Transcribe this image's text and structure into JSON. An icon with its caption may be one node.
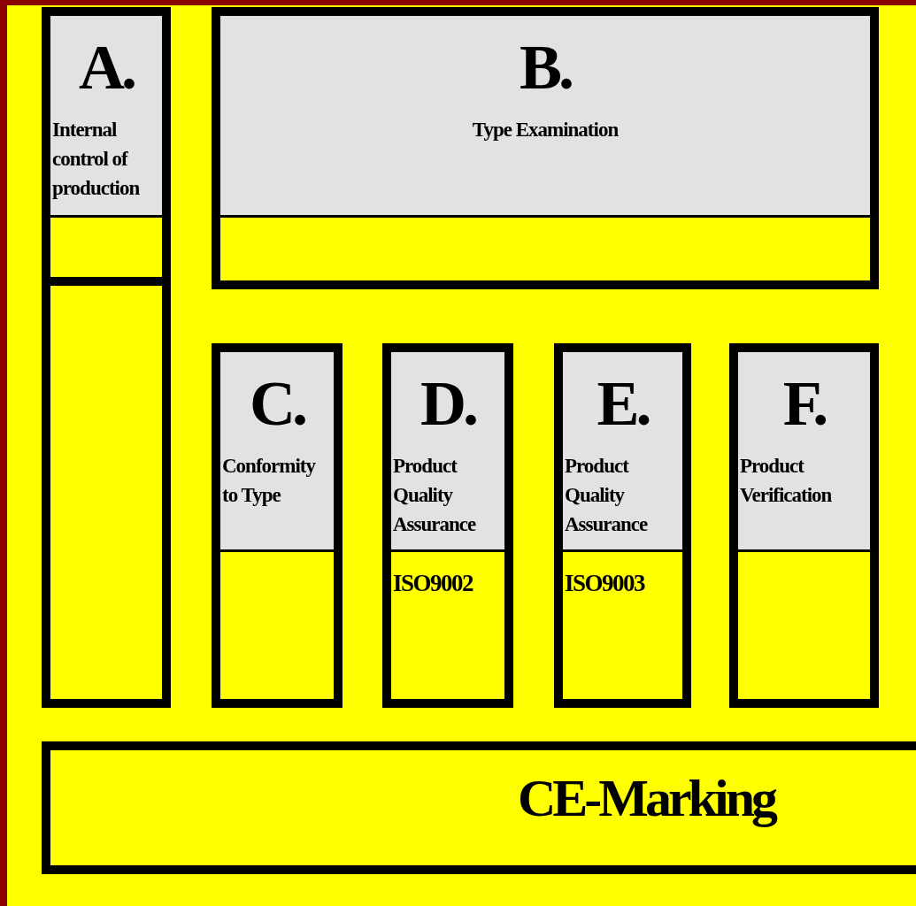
{
  "diagram": {
    "nodes": [
      {
        "text": [
          "A.",
          "Internal control of production"
        ]
      },
      {
        "text": [],
        "shape": "box"
      },
      {
        "text": [
          "B.",
          "Type Examination"
        ]
      },
      {
        "text": [
          "C.",
          "Conformity to Type"
        ]
      },
      {
        "text": [
          "D.",
          "Product Quality Assurance",
          "ISO9002"
        ]
      },
      {
        "text": [
          "E.",
          "Product Quality Assurance",
          "ISO9003"
        ]
      },
      {
        "text": [
          "F.",
          "Product Verification"
        ]
      },
      {
        "text": [
          "CE-Marking"
        ]
      }
    ]
  }
}
